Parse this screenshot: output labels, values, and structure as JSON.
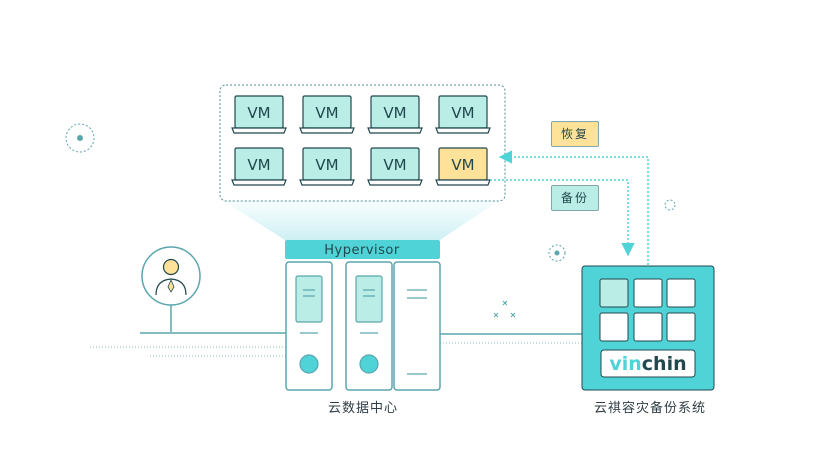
{
  "vm_label": "VM",
  "hypervisor_label": "Hypervisor",
  "datacenter_caption": "云数据中心",
  "backup_system_caption": "云祺容灾备份系统",
  "brand": {
    "prefix": "vin",
    "suffix": "chin"
  },
  "actions": {
    "restore": "恢复",
    "backup": "备份"
  },
  "colors": {
    "teal": "#4fd3d6",
    "mint": "#b9ede6",
    "yellow": "#ffe29a",
    "line": "#5aa6ad",
    "dark": "#21484d"
  }
}
